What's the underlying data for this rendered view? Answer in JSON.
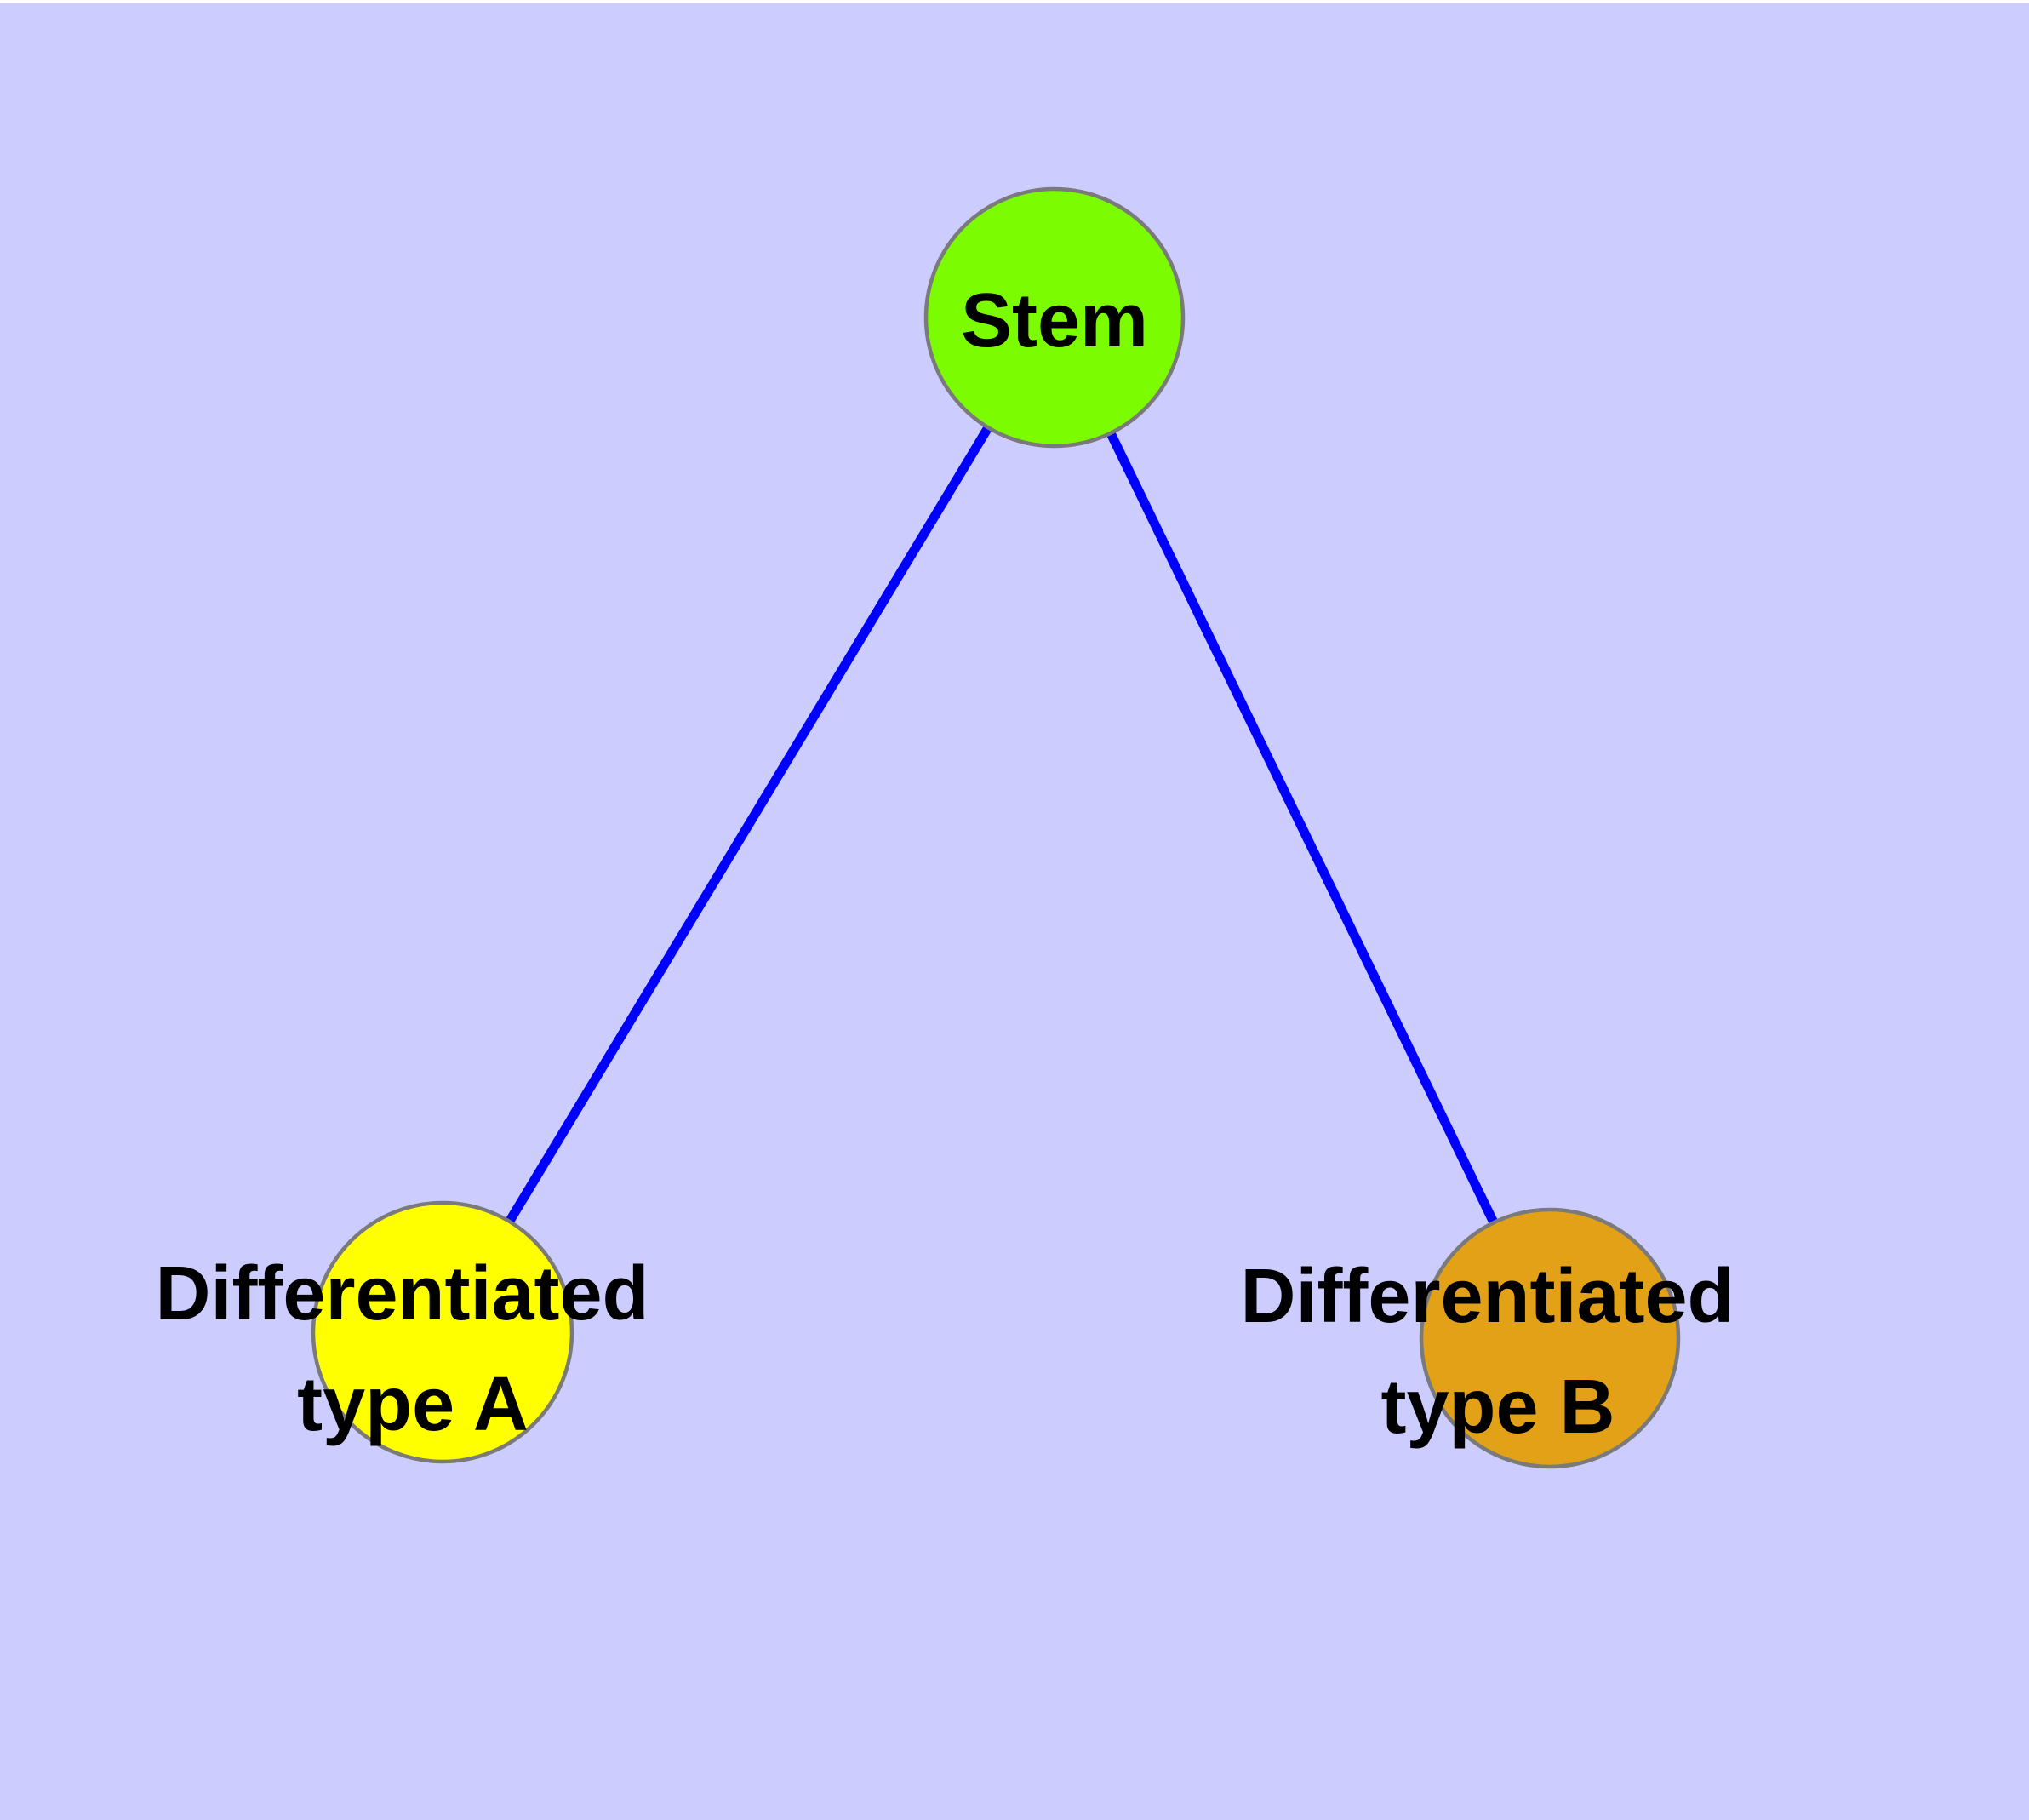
{
  "background": {
    "color": "#CCCCFF",
    "top_strip_color": "#FFFFFF"
  },
  "diagram": {
    "type": "node-link-graph",
    "description_of_content": "Stem cell differentiation graph: one stem node linked to two differentiated cell type nodes"
  },
  "nodes": {
    "stem": {
      "label": "Stem",
      "color": "#7CFC00",
      "border_color": "#7a7a7a"
    },
    "type_a": {
      "label_line1": "Differentiated",
      "label_line2": "type A",
      "color": "#FFFF00",
      "border_color": "#7a7a7a"
    },
    "type_b": {
      "label_line1": "Differentiated",
      "label_line2": "type B",
      "color": "#E2A117",
      "border_color": "#7a7a7a"
    }
  },
  "edges": {
    "color": "#0000FF",
    "list": [
      {
        "from": "Stem",
        "to": "Differentiated type A"
      },
      {
        "from": "Stem",
        "to": "Differentiated type B"
      }
    ]
  }
}
